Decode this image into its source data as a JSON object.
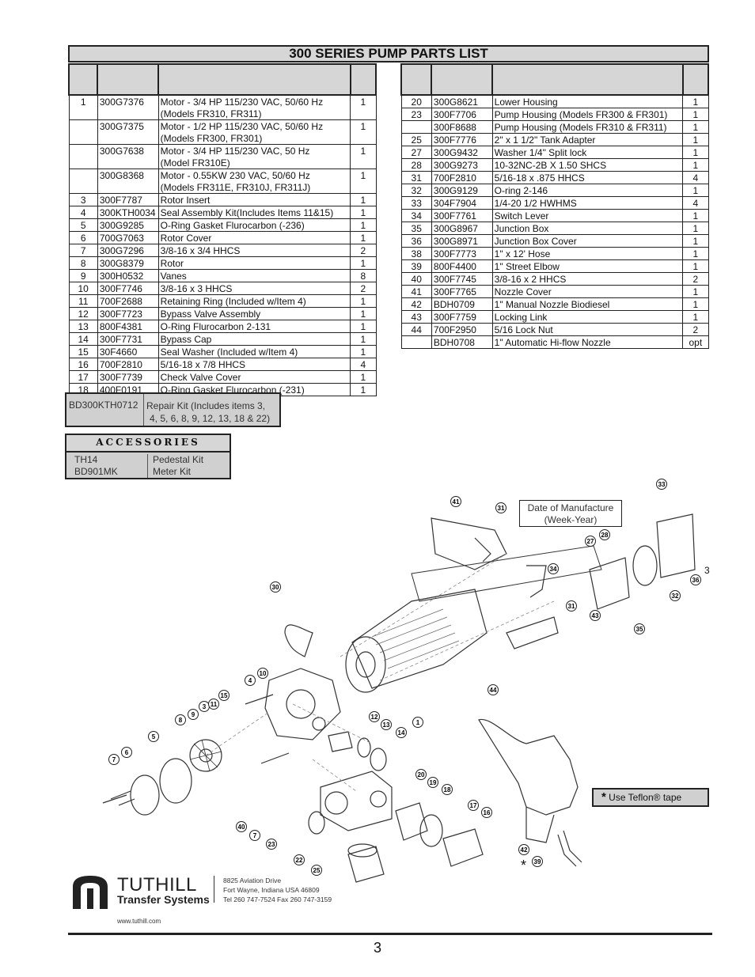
{
  "title": "300 SERIES PUMP PARTS LIST",
  "left_rows": [
    {
      "item": "1",
      "part": "300G7376",
      "desc": "Motor - 3/4 HP 115/230 VAC, 50/60 Hz",
      "qty": "1",
      "grp": true
    },
    {
      "item": "",
      "part": "",
      "desc": "(Models FR310, FR311)",
      "qty": "",
      "grp": false
    },
    {
      "item": "",
      "part": "300G7375",
      "desc": "Motor - 1/2 HP 115/230 VAC, 50/60 Hz",
      "qty": "1",
      "grp": true
    },
    {
      "item": "",
      "part": "",
      "desc": "(Models FR300, FR301)",
      "qty": "",
      "grp": false
    },
    {
      "item": "",
      "part": "300G7638",
      "desc": "Motor - 3/4 HP 115/230 VAC, 50 Hz",
      "qty": "1",
      "grp": true
    },
    {
      "item": "",
      "part": "",
      "desc": "(Model FR310E)",
      "qty": "",
      "grp": false
    },
    {
      "item": "",
      "part": "300G8368",
      "desc": "Motor - 0.55KW 230 VAC, 50/60 Hz",
      "qty": "1",
      "grp": true
    },
    {
      "item": "",
      "part": "",
      "desc": "(Models FR311E, FR310J, FR311J)",
      "qty": "",
      "grp": false
    },
    {
      "item": "3",
      "part": "300F7787",
      "desc": "Rotor Insert",
      "qty": "1",
      "grp": true
    },
    {
      "item": "4",
      "part": "300KTH0034",
      "desc": "Seal Assembly Kit(Includes Items 11&15)",
      "qty": "1",
      "grp": true
    },
    {
      "item": "5",
      "part": "300G9285",
      "desc": "O-Ring Gasket Flurocarbon (-236)",
      "qty": "1",
      "grp": true
    },
    {
      "item": "6",
      "part": "700G7063",
      "desc": "Rotor Cover",
      "qty": "1",
      "grp": true
    },
    {
      "item": "7",
      "part": "300G7296",
      "desc": "3/8-16 x 3/4 HHCS",
      "qty": "2",
      "grp": true
    },
    {
      "item": "8",
      "part": "300G8379",
      "desc": "Rotor",
      "qty": "1",
      "grp": true
    },
    {
      "item": "9",
      "part": "300H0532",
      "desc": "Vanes",
      "qty": "8",
      "grp": true
    },
    {
      "item": "10",
      "part": "300F7746",
      "desc": "3/8-16 x 3 HHCS",
      "qty": "2",
      "grp": true
    },
    {
      "item": "11",
      "part": "700F2688",
      "desc": "Retaining Ring (Included w/Item 4)",
      "qty": "1",
      "grp": true
    },
    {
      "item": "12",
      "part": "300F7723",
      "desc": "Bypass Valve Assembly",
      "qty": "1",
      "grp": true
    },
    {
      "item": "13",
      "part": "800F4381",
      "desc": "O-Ring  Flurocarbon 2-131",
      "qty": "1",
      "grp": true
    },
    {
      "item": "14",
      "part": "300F7731",
      "desc": "Bypass Cap",
      "qty": "1",
      "grp": true
    },
    {
      "item": "15",
      "part": "30F4660",
      "desc": "Seal Washer (Included w/Item 4)",
      "qty": "1",
      "grp": true
    },
    {
      "item": "16",
      "part": "700F2810",
      "desc": "5/16-18 x 7/8 HHCS",
      "qty": "4",
      "grp": true
    },
    {
      "item": "17",
      "part": "300F7739",
      "desc": "Check Valve Cover",
      "qty": "1",
      "grp": true
    },
    {
      "item": "18",
      "part": "400F0191",
      "desc": "O-Ring Gasket Flurocarbon (-231)",
      "qty": "1",
      "grp": true
    }
  ],
  "right_rows": [
    {
      "item": "20",
      "part": "300G8621",
      "desc": "Lower Housing",
      "qty": "1",
      "grp": true
    },
    {
      "item": "23",
      "part": "300F7706",
      "desc": "Pump Housing (Models FR300 & FR301)",
      "qty": "1",
      "grp": true
    },
    {
      "item": "",
      "part": "300F8688",
      "desc": "Pump Housing (Models FR310 & FR311)",
      "qty": "1",
      "grp": true
    },
    {
      "item": "25",
      "part": "300F7776",
      "desc": "2\" x 1 1/2\" Tank Adapter",
      "qty": "1",
      "grp": true
    },
    {
      "item": "27",
      "part": "300G9432",
      "desc": "Washer  1/4\" Split lock",
      "qty": "1",
      "grp": true
    },
    {
      "item": "28",
      "part": "300G9273",
      "desc": "10-32NC-2B  X  1.50  SHCS",
      "qty": "1",
      "grp": true
    },
    {
      "item": "31",
      "part": "700F2810",
      "desc": "5/16-18 x .875 HHCS",
      "qty": "4",
      "grp": true
    },
    {
      "item": "32",
      "part": "300G9129",
      "desc": "O-ring 2-146",
      "qty": "1",
      "grp": true
    },
    {
      "item": "33",
      "part": "304F7904",
      "desc": "1/4-20 1/2 HWHMS",
      "qty": "4",
      "grp": true
    },
    {
      "item": "34",
      "part": "300F7761",
      "desc": "Switch Lever",
      "qty": "1",
      "grp": true
    },
    {
      "item": "35",
      "part": "300G8967",
      "desc": "Junction Box",
      "qty": "1",
      "grp": true
    },
    {
      "item": "36",
      "part": "300G8971",
      "desc": "Junction Box Cover",
      "qty": "1",
      "grp": true
    },
    {
      "item": "38",
      "part": "300F7773",
      "desc": "1\" x 12' Hose",
      "qty": "1",
      "grp": true
    },
    {
      "item": "39",
      "part": "800F4400",
      "desc": "1\" Street Elbow",
      "qty": "1",
      "grp": true
    },
    {
      "item": "40",
      "part": "300F7745",
      "desc": " 3/8-16 x 2 HHCS",
      "qty": "2",
      "grp": true
    },
    {
      "item": "41",
      "part": "300F7765",
      "desc": "Nozzle Cover",
      "qty": "1",
      "grp": true
    },
    {
      "item": "42",
      "part": "BDH0709",
      "desc": "1\" Manual Nozzle Biodiesel",
      "qty": "1",
      "grp": true
    },
    {
      "item": "43",
      "part": "300F7759",
      "desc": "Locking Link",
      "qty": "1",
      "grp": true
    },
    {
      "item": "44",
      "part": "700F2950",
      "desc": "5/16 Lock Nut",
      "qty": "2",
      "grp": true
    },
    {
      "item": "",
      "part": "BDH0708",
      "desc": "1\" Automatic Hi-flow Nozzle",
      "qty": "opt",
      "grp": true
    }
  ],
  "repair_kit": {
    "code": "BD300KTH0712",
    "desc_line1": "Repair Kit (Includes items 3,",
    "desc_line2": "4, 5, 6, 8, 9, 12, 13, 18 & 22)"
  },
  "accessories": {
    "header": "ACCESSORIES",
    "items": [
      {
        "code": "TH14",
        "desc": "Pedestal Kit"
      },
      {
        "code": "BD901MK",
        "desc": "Meter Kit"
      }
    ]
  },
  "date_box": {
    "line1": "Date  of  Manufacture",
    "line2": "(Week-Year)"
  },
  "teflon_note": {
    "star": "*",
    "text": " Use Teflon® tape"
  },
  "star_mark": "*",
  "side_number": "3",
  "callouts": [
    "41",
    "31",
    "33",
    "27",
    "28",
    "34",
    "32",
    "36",
    "30",
    "31",
    "43",
    "35",
    "4",
    "10",
    "3",
    "9",
    "11",
    "15",
    "8",
    "12",
    "13",
    "14",
    "1",
    "44",
    "5",
    "6",
    "7",
    "40",
    "7",
    "23",
    "20",
    "19",
    "18",
    "17",
    "16",
    "22",
    "25",
    "42",
    "39"
  ],
  "company": {
    "name": "TUTHILL",
    "division": "Transfer Systems",
    "address1": "8825 Aviation Drive",
    "address2": "Fort Wayne, Indiana USA 46809",
    "phone": "Tel 260 747-7524  Fax 260 747-3159",
    "url": "www.tuthill.com"
  },
  "page_number": "3"
}
